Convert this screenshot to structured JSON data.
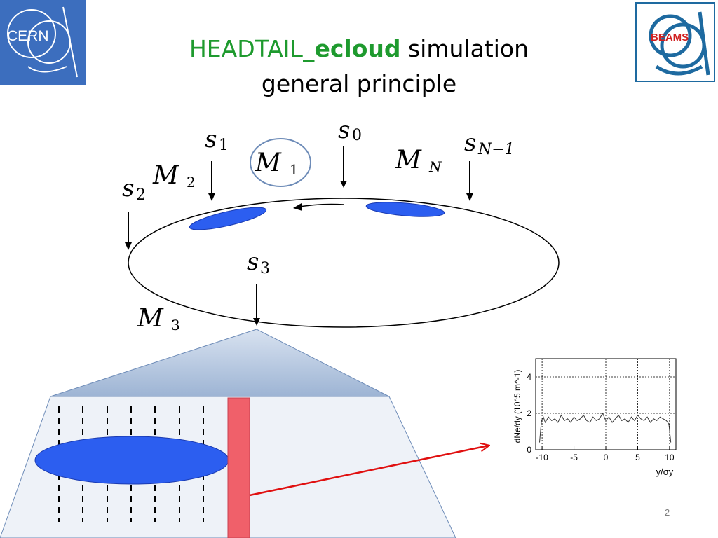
{
  "slide": {
    "title": {
      "part1": "HEADTAIL",
      "part2": "_ecloud",
      "part3": " simulation",
      "line2": "general principle"
    },
    "page_number": "2",
    "logos": {
      "left_text": "CERN",
      "right_text": "BEAMS"
    },
    "colors": {
      "title_green": "#1e9a2e",
      "bunch_blue": "#2c5ef0",
      "slice_red": "#f0606a",
      "arrow_red": "#e01010",
      "cern_blue": "#3c6ebe"
    }
  },
  "ring": {
    "stations": [
      {
        "name": "s",
        "sub": "0"
      },
      {
        "name": "s",
        "sub": "1"
      },
      {
        "name": "s",
        "sub": "2"
      },
      {
        "name": "s",
        "sub": "3"
      },
      {
        "name": "s",
        "sub": "N−1"
      }
    ],
    "maps": [
      {
        "name": "M",
        "sub": "1"
      },
      {
        "name": "M",
        "sub": "2"
      },
      {
        "name": "M",
        "sub": "3"
      },
      {
        "name": "M",
        "sub": "N"
      }
    ]
  },
  "inset_chart": {
    "chart_data": {
      "type": "line",
      "ylabel": "dNe/dy (10^5 m^-1)",
      "xlabel": "y/σy",
      "xlim": [
        -11,
        11
      ],
      "ylim": [
        0,
        5
      ],
      "x_ticks": [
        "-10",
        "-5",
        "0",
        "5",
        "10"
      ],
      "y_ticks": [
        "0",
        "2",
        "4"
      ],
      "grid": true,
      "x": [
        -10.4,
        -10.1,
        -9.8,
        -9.5,
        -9.0,
        -8.5,
        -8.0,
        -7.5,
        -7.0,
        -6.5,
        -6.0,
        -5.5,
        -5.0,
        -4.5,
        -4.0,
        -3.5,
        -3.0,
        -2.5,
        -2.0,
        -1.5,
        -1.0,
        -0.5,
        0.0,
        0.5,
        1.0,
        1.5,
        2.0,
        2.5,
        3.0,
        3.5,
        4.0,
        4.5,
        5.0,
        5.5,
        6.0,
        6.5,
        7.0,
        7.5,
        8.0,
        8.5,
        9.0,
        9.5,
        9.9,
        10.2
      ],
      "y": [
        0.4,
        1.6,
        1.8,
        1.5,
        1.8,
        1.6,
        1.7,
        1.5,
        1.9,
        1.6,
        1.7,
        1.5,
        1.8,
        1.6,
        1.7,
        1.9,
        1.6,
        1.5,
        1.8,
        1.6,
        1.7,
        2.0,
        1.6,
        1.8,
        1.5,
        1.7,
        1.9,
        1.6,
        1.7,
        1.5,
        1.8,
        1.6,
        1.9,
        1.7,
        1.6,
        1.8,
        1.5,
        1.7,
        1.6,
        1.8,
        1.7,
        1.6,
        1.4,
        0.4
      ]
    }
  }
}
